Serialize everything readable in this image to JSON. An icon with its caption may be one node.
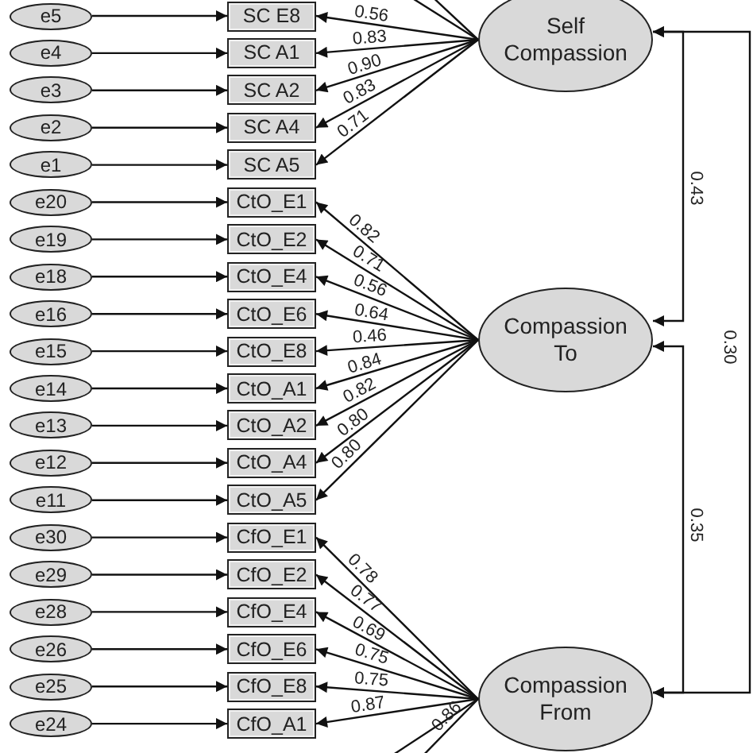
{
  "diagram": {
    "nodes": [
      {
        "text": [
          "e5"
        ]
      },
      {
        "text": [
          "SC E8"
        ]
      },
      {
        "text": [
          "e4"
        ]
      },
      {
        "text": [
          "SC A1"
        ]
      },
      {
        "text": [
          "e3"
        ]
      },
      {
        "text": [
          "SC A2"
        ]
      },
      {
        "text": [
          "e2"
        ]
      },
      {
        "text": [
          "SC A4"
        ]
      },
      {
        "text": [
          "e1"
        ]
      },
      {
        "text": [
          "SC A5"
        ]
      },
      {
        "text": [
          "e20"
        ]
      },
      {
        "text": [
          "CtO_E1"
        ]
      },
      {
        "text": [
          "e19"
        ]
      },
      {
        "text": [
          "CtO_E2"
        ]
      },
      {
        "text": [
          "e18"
        ]
      },
      {
        "text": [
          "CtO_E4"
        ]
      },
      {
        "text": [
          "e16"
        ]
      },
      {
        "text": [
          "CtO_E6"
        ]
      },
      {
        "text": [
          "e15"
        ]
      },
      {
        "text": [
          "CtO_E8"
        ]
      },
      {
        "text": [
          "e14"
        ]
      },
      {
        "text": [
          "CtO_A1"
        ]
      },
      {
        "text": [
          "e13"
        ]
      },
      {
        "text": [
          "CtO_A2"
        ]
      },
      {
        "text": [
          "e12"
        ]
      },
      {
        "text": [
          "CtO_A4"
        ]
      },
      {
        "text": [
          "e11"
        ]
      },
      {
        "text": [
          "CtO_A5"
        ]
      },
      {
        "text": [
          "e30"
        ]
      },
      {
        "text": [
          "CfO_E1"
        ]
      },
      {
        "text": [
          "e29"
        ]
      },
      {
        "text": [
          "CfO_E2"
        ]
      },
      {
        "text": [
          "e28"
        ]
      },
      {
        "text": [
          "CfO_E4"
        ]
      },
      {
        "text": [
          "e26"
        ]
      },
      {
        "text": [
          "CfO_E6"
        ]
      },
      {
        "text": [
          "e25"
        ]
      },
      {
        "text": [
          "CfO_E8"
        ]
      },
      {
        "text": [
          "e24"
        ]
      },
      {
        "text": [
          "CfO_A1"
        ]
      },
      {
        "text": [
          "Self Compassion"
        ]
      },
      {
        "text": [
          "Compassion To"
        ]
      },
      {
        "text": [
          "Compassion From"
        ]
      }
    ],
    "edges": [
      {
        "from": 0,
        "to": 1,
        "arrow": "to"
      },
      {
        "from": 2,
        "to": 3,
        "arrow": "to"
      },
      {
        "from": 4,
        "to": 5,
        "arrow": "to"
      },
      {
        "from": 6,
        "to": 7,
        "arrow": "to"
      },
      {
        "from": 8,
        "to": 9,
        "arrow": "to"
      },
      {
        "from": 10,
        "to": 11,
        "arrow": "to"
      },
      {
        "from": 12,
        "to": 13,
        "arrow": "to"
      },
      {
        "from": 14,
        "to": 15,
        "arrow": "to"
      },
      {
        "from": 16,
        "to": 17,
        "arrow": "to"
      },
      {
        "from": 18,
        "to": 19,
        "arrow": "to"
      },
      {
        "from": 20,
        "to": 21,
        "arrow": "to"
      },
      {
        "from": 22,
        "to": 23,
        "arrow": "to"
      },
      {
        "from": 24,
        "to": 25,
        "arrow": "to"
      },
      {
        "from": 26,
        "to": 27,
        "arrow": "to"
      },
      {
        "from": 28,
        "to": 29,
        "arrow": "to"
      },
      {
        "from": 30,
        "to": 31,
        "arrow": "to"
      },
      {
        "from": 32,
        "to": 33,
        "arrow": "to"
      },
      {
        "from": 34,
        "to": 35,
        "arrow": "to"
      },
      {
        "from": 36,
        "to": 37,
        "arrow": "to"
      },
      {
        "from": 38,
        "to": 39,
        "arrow": "to"
      },
      {
        "from": 40,
        "to": 1,
        "arrow": "to",
        "label": "0.56"
      },
      {
        "from": 40,
        "to": 3,
        "arrow": "to",
        "label": "0.83"
      },
      {
        "from": 40,
        "to": 5,
        "arrow": "to",
        "label": "0.90"
      },
      {
        "from": 40,
        "to": 7,
        "arrow": "to",
        "label": "0.83"
      },
      {
        "from": 40,
        "to": 9,
        "arrow": "to",
        "label": "0.71"
      },
      {
        "from": 41,
        "to": 11,
        "arrow": "to",
        "label": "0.82"
      },
      {
        "from": 41,
        "to": 13,
        "arrow": "to",
        "label": "0.71"
      },
      {
        "from": 41,
        "to": 15,
        "arrow": "to",
        "label": "0.56"
      },
      {
        "from": 41,
        "to": 17,
        "arrow": "to",
        "label": "0.64"
      },
      {
        "from": 41,
        "to": 19,
        "arrow": "to",
        "label": "0.46"
      },
      {
        "from": 41,
        "to": 21,
        "arrow": "to",
        "label": "0.84"
      },
      {
        "from": 41,
        "to": 23,
        "arrow": "to",
        "label": "0.82"
      },
      {
        "from": 41,
        "to": 25,
        "arrow": "to",
        "label": "0.80"
      },
      {
        "from": 41,
        "to": 27,
        "arrow": "to",
        "label": "0.80"
      },
      {
        "from": 42,
        "to": 29,
        "arrow": "to",
        "label": "0.78"
      },
      {
        "from": 42,
        "to": 31,
        "arrow": "to",
        "label": "0.77"
      },
      {
        "from": 42,
        "to": 33,
        "arrow": "to",
        "label": "0.69"
      },
      {
        "from": 42,
        "to": 35,
        "arrow": "to",
        "label": "0.75"
      },
      {
        "from": 42,
        "to": 37,
        "arrow": "to",
        "label": "0.75"
      },
      {
        "from": 42,
        "to": 39,
        "arrow": "to",
        "label": "0.87"
      },
      {
        "from": 40,
        "to": null,
        "arrow": "none"
      },
      {
        "from": 40,
        "to": null,
        "arrow": "none"
      },
      {
        "from": 42,
        "to": null,
        "arrow": "none",
        "label": "0.86"
      },
      {
        "from": 42,
        "to": null,
        "arrow": "none"
      },
      {
        "from": 40,
        "to": 41,
        "arrow": "both",
        "label": "0.43"
      },
      {
        "from": 40,
        "to": 42,
        "arrow": "both",
        "label": "0.30"
      },
      {
        "from": 41,
        "to": 42,
        "arrow": "both",
        "label": "0.35"
      }
    ]
  }
}
